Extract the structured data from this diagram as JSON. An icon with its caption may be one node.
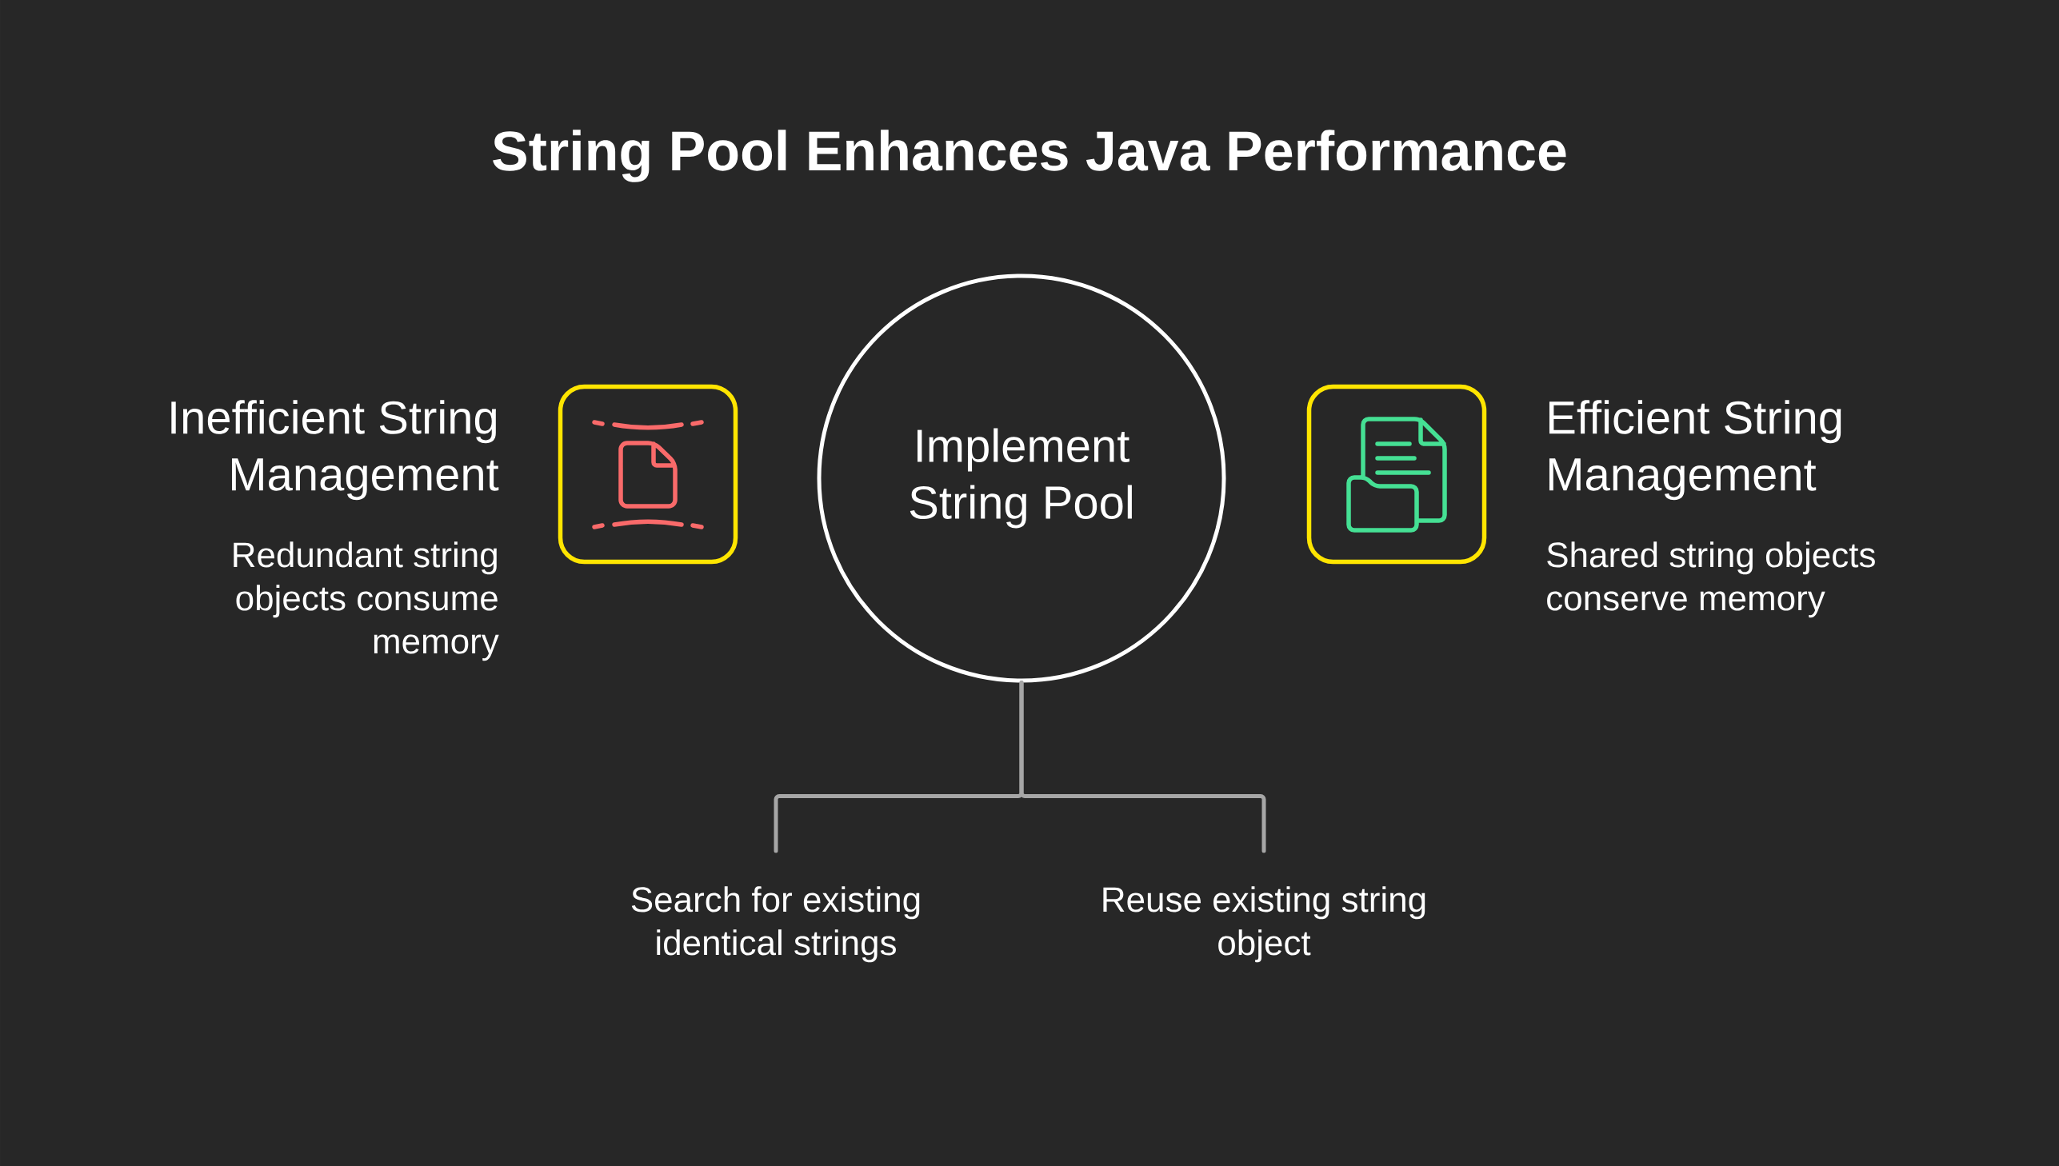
{
  "diagram": {
    "title": "String Pool Enhances Java Performance",
    "nodes": [
      {
        "text": [],
        "shape": "box",
        "beside": [
          "Inefficient String Management",
          "Redundant string objects consume memory"
        ]
      },
      {
        "text": [
          "Implement String Pool"
        ]
      },
      {
        "text": [],
        "shape": "box",
        "beside": [
          "Efficient String Management",
          "Shared string objects conserve memory"
        ]
      },
      {
        "text": [
          "Search for existing identical strings"
        ]
      },
      {
        "text": [
          "Reuse existing string object"
        ]
      }
    ],
    "edges": [
      {
        "from": 1,
        "to": 3,
        "arrow": "none"
      },
      {
        "from": 1,
        "to": 4,
        "arrow": "none"
      }
    ]
  }
}
